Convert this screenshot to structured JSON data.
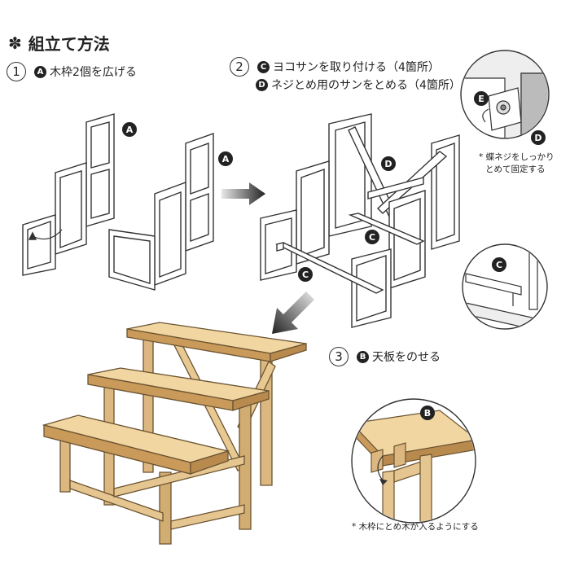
{
  "title": "組立て方法",
  "steps": {
    "s1": {
      "num": "1",
      "badge": "A",
      "text": "木枠2個を広げる"
    },
    "s2a": {
      "num": "2",
      "badge": "C",
      "text": "ヨコサンを取り付ける（4箇所）"
    },
    "s2b": {
      "badge": "D",
      "text": "ネジとめ用のサンをとめる（4箇所）"
    },
    "s3": {
      "num": "3",
      "badge": "B",
      "text": "天板をのせる"
    }
  },
  "notes": {
    "screw_l1": "* 蝶ネジをしっかり",
    "screw_l2": "とめて固定する",
    "frame": "* 木枠にとめ木が入るようにする"
  },
  "labels": {
    "A": "A",
    "B": "B",
    "C": "C",
    "D": "D",
    "E": "E"
  }
}
